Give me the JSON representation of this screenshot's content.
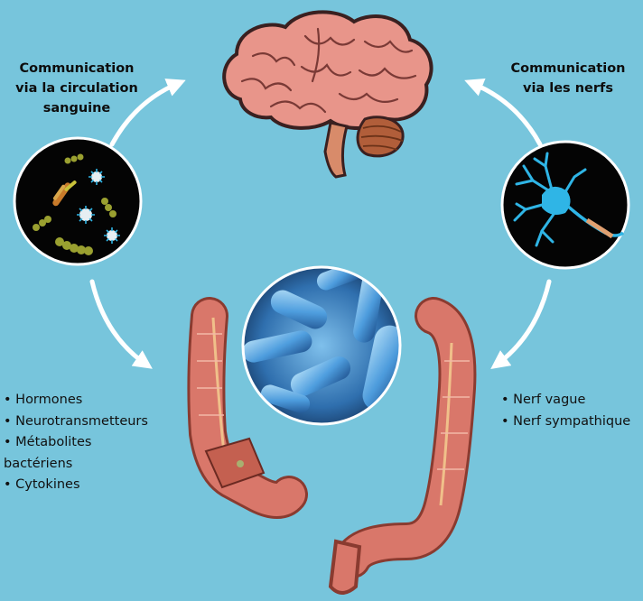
{
  "labels": {
    "left_title": [
      "Communication",
      "via la circulation",
      "sanguine"
    ],
    "right_title": [
      "Communication",
      "via les nerfs"
    ]
  },
  "left_list": [
    "• Hormones",
    "• Neurotransmetteurs",
    "• Métabolites",
    "bactériens",
    "• Cytokines"
  ],
  "right_list": [
    "• Nerf vague",
    "• Nerf sympathique"
  ],
  "icons": [
    "brain-icon",
    "microbes-icon",
    "neuron-icon",
    "bacteria-closeup-icon",
    "colon-icon"
  ],
  "colors": {
    "background": "#77c5dc",
    "arrow": "#ffffff",
    "brain": "#e8958a",
    "colon": "#d9776a",
    "neuron": "#2fb5e6",
    "bacteria": "#3d8ed1"
  }
}
